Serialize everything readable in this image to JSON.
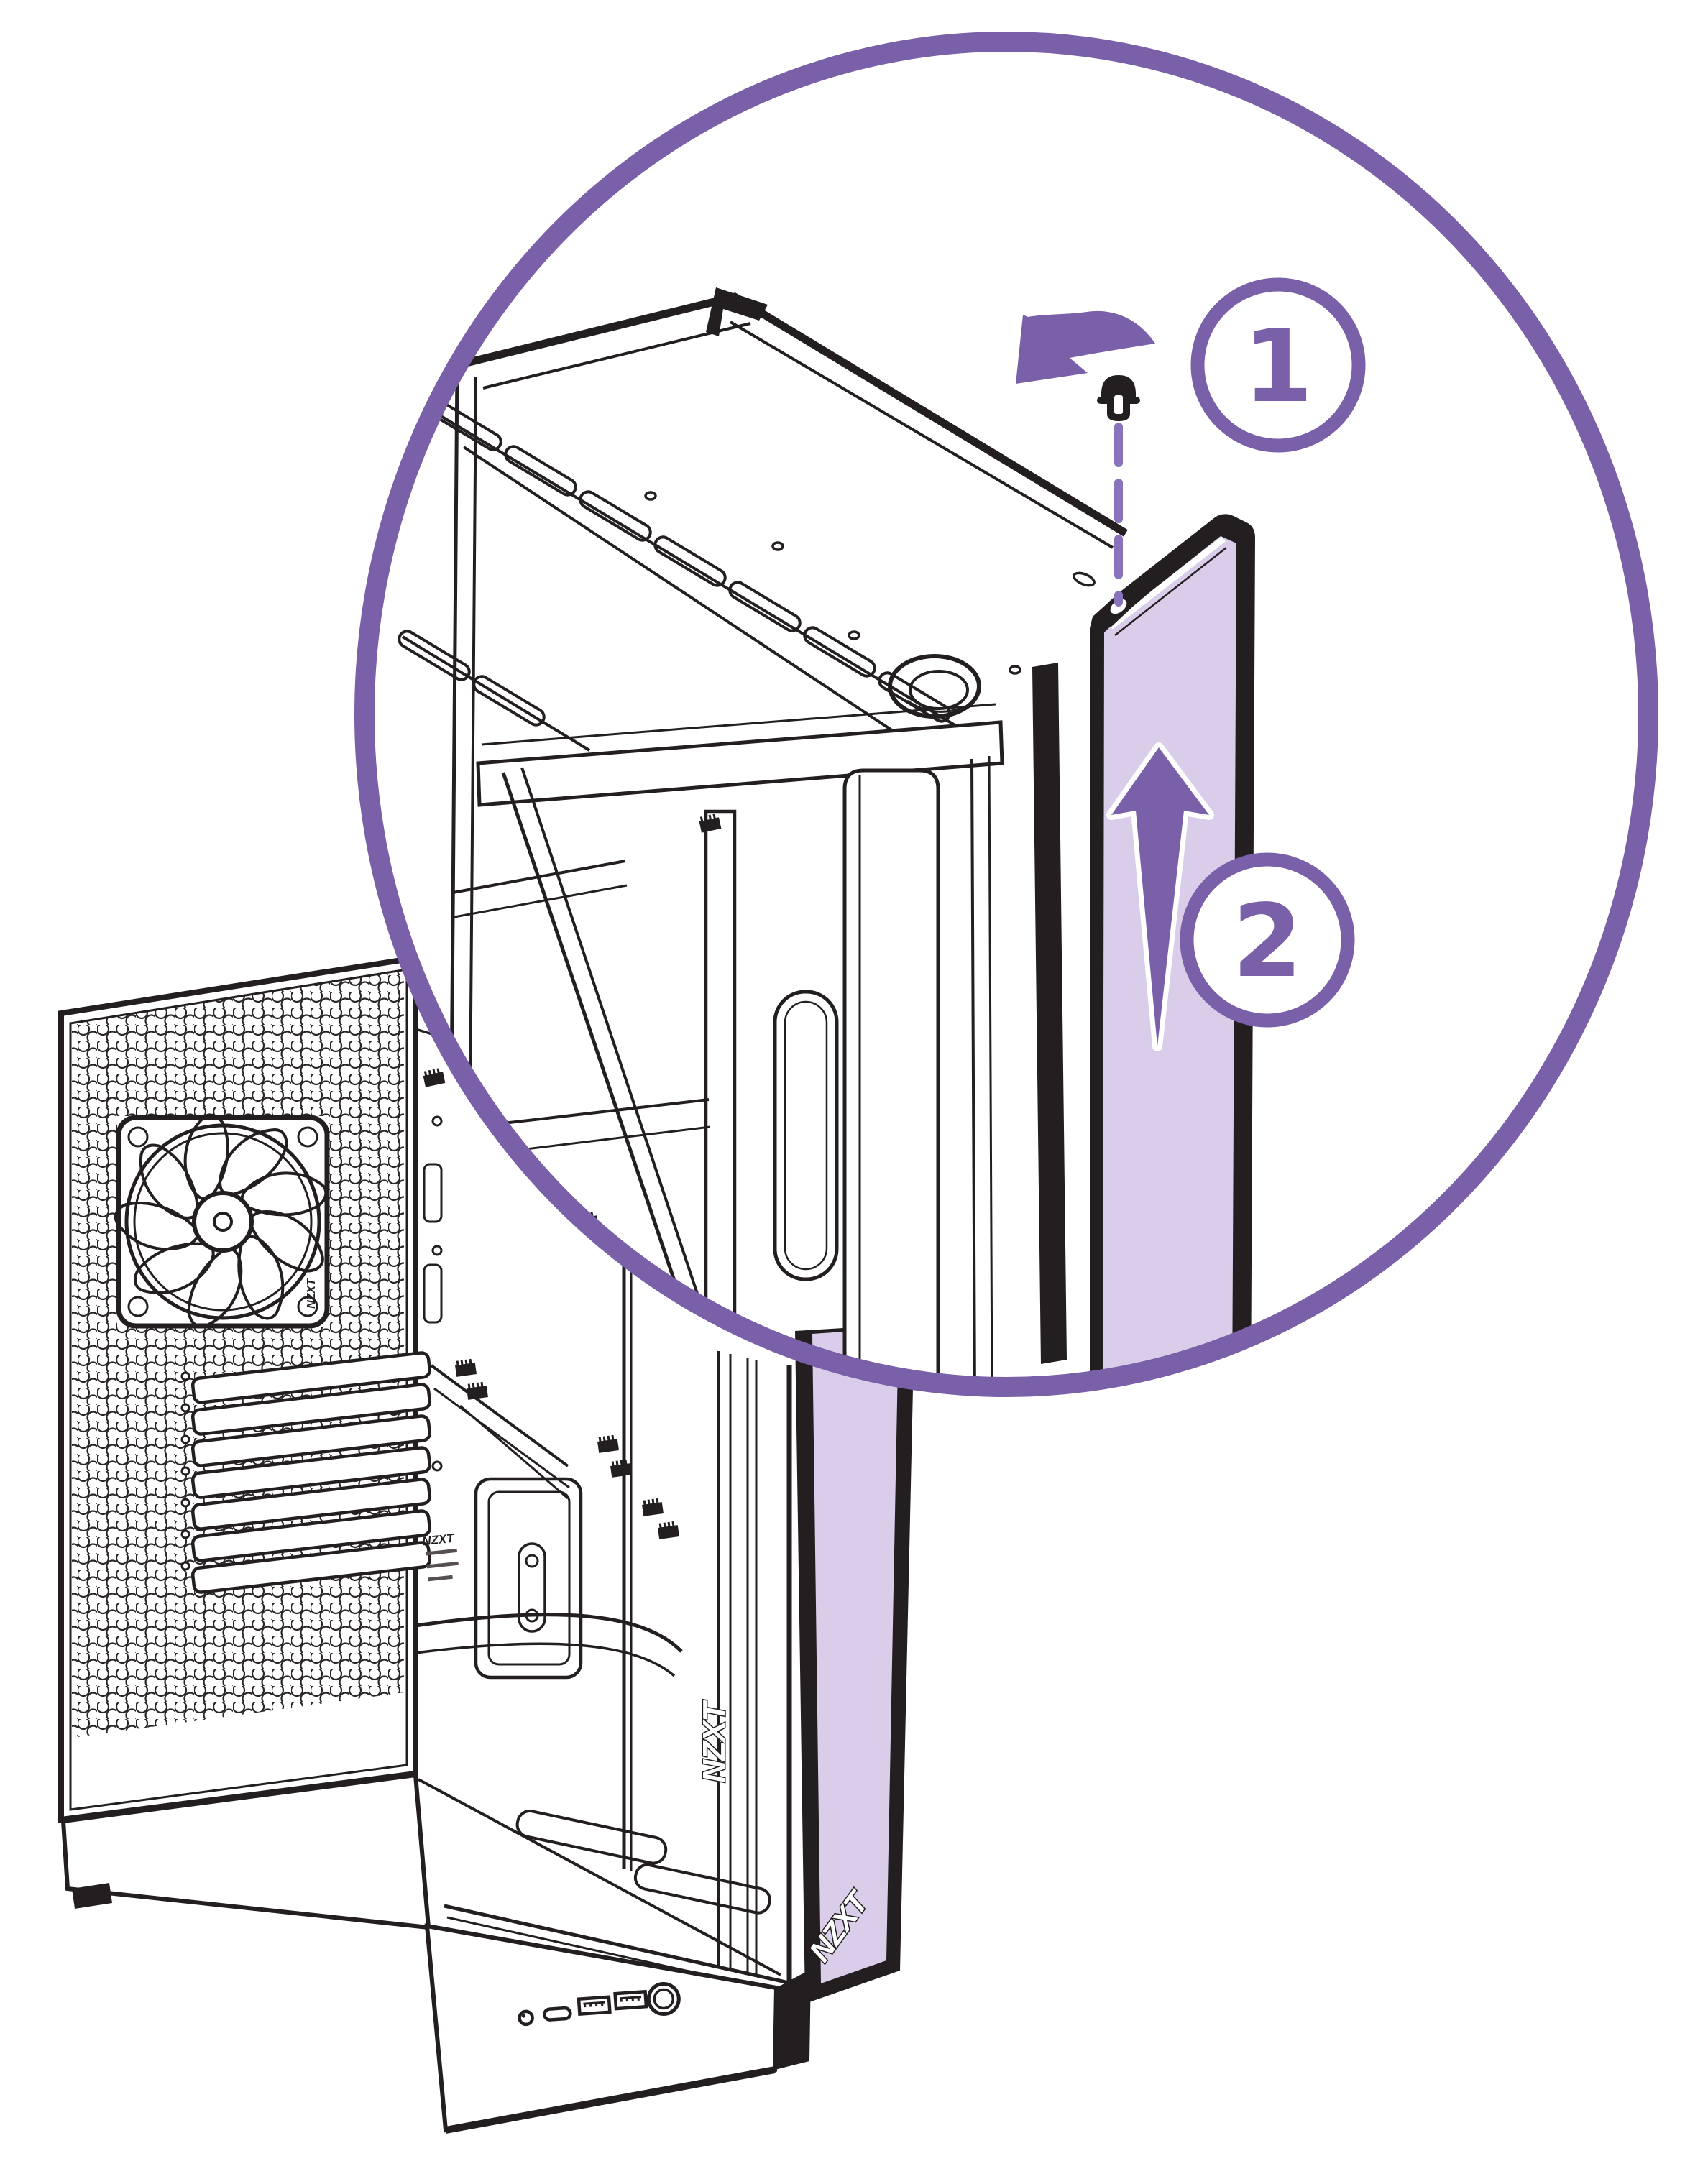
{
  "figure": {
    "steps": [
      {
        "label": "1"
      },
      {
        "label": "2"
      }
    ],
    "branding": {
      "front_panel_logo": "NZXT",
      "frame_logo": "NZXT",
      "fan_logo": "NZXT",
      "psu_logo": "NZXT"
    },
    "io_ports": [
      "audio-jack",
      "usb-c",
      "usb-a",
      "usb-a",
      "power-button"
    ],
    "colors": {
      "accent": "#7A5FA9",
      "dash": "#8973BD",
      "panel": "#D9CDE9",
      "ink": "#231F20",
      "bg": "#FFFFFF"
    }
  }
}
